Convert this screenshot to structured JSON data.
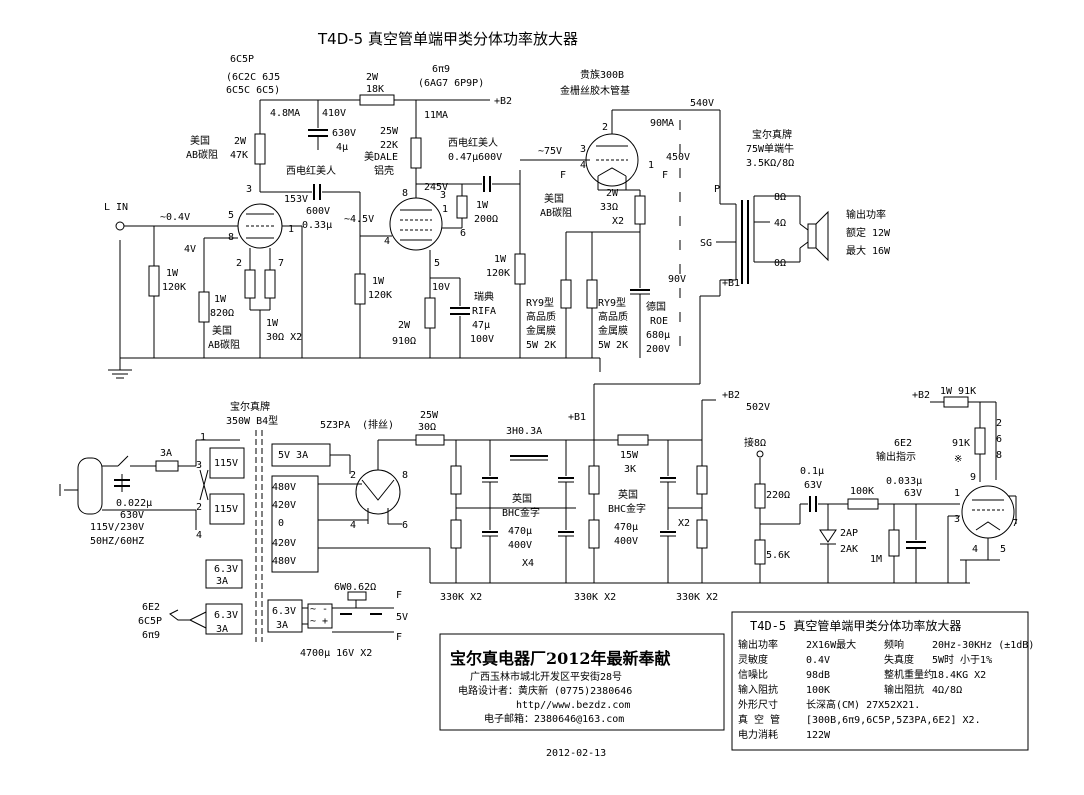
{
  "title": "T4D-5 真空管单端甲类分体功率放大器",
  "stage1": {
    "tube": "6C5P",
    "subs": [
      "(6C2C 6J5",
      "6C5C 6C5)"
    ],
    "plate_current": "4.8MA",
    "b_voltage": "410V",
    "cap": [
      "630V",
      "4μ"
    ],
    "r_plate": [
      "美国",
      "AB碳阻",
      "2W",
      "47K"
    ],
    "plate_v": "153V",
    "coupling_label": "西电红美人",
    "coupling_cap": [
      "600V",
      "0.33μ"
    ],
    "input_label": "L IN",
    "input_v": "~0.4V",
    "grid_r": [
      "1W",
      "120K"
    ],
    "cathode_v": "4V",
    "cathode_r": [
      "1W",
      "820Ω",
      "美国",
      "AB碳阻"
    ],
    "heater_r": [
      "1W",
      "30Ω X2"
    ],
    "pins": [
      "3",
      "5",
      "8",
      "1",
      "2",
      "7"
    ]
  },
  "stage2": {
    "dropper": [
      "2W",
      "18K"
    ],
    "tube_top": "6π9",
    "tube_subs": "(6AG7 6P9P)",
    "b2": "+B2",
    "current": "11MA",
    "r_plate": [
      "25W",
      "22K",
      "美DALE",
      "铝壳"
    ],
    "drive_v": "~4.5V",
    "grid_r": [
      "1W",
      "120K"
    ],
    "plate_v": "245V",
    "coupling_label": [
      "西电红美人",
      "0.47μ600V"
    ],
    "screen_r": [
      "1W",
      "200Ω"
    ],
    "cathode_v": "10V",
    "cathode_r": [
      "2W",
      "910Ω"
    ],
    "cathode_cap": [
      "瑞典",
      "RIFA",
      "47μ",
      "100V"
    ],
    "pins": [
      "8",
      "4",
      "3",
      "1",
      "6",
      "5"
    ]
  },
  "output": {
    "tube_brand": [
      "贵族300B",
      "金栅丝胶木管基"
    ],
    "b_voltage": "540V",
    "current": "90MA",
    "grid_v": "~75V",
    "plate_swing": "450V",
    "cathode_v": "90V",
    "grid_r": [
      "1W",
      "120K"
    ],
    "bias_r": [
      "2W",
      "33Ω",
      "X2"
    ],
    "cathode_r1": [
      "RY9型",
      "高品质",
      "金属膜",
      "5W 2K"
    ],
    "cathode_r2": [
      "RY9型",
      "高品质",
      "金属膜",
      "5W 2K"
    ],
    "cathode_r_label": [
      "美国",
      "AB碳阻"
    ],
    "cathode_cap": [
      "德国",
      "ROE",
      "680μ",
      "200V"
    ],
    "filament": [
      "F",
      "F"
    ],
    "pins": [
      "2",
      "3",
      "4",
      "1"
    ]
  },
  "transformer": {
    "label": [
      "宝尔真牌",
      "75W单端牛",
      "3.5KΩ/8Ω"
    ],
    "taps": [
      "P",
      "SG",
      "+B1"
    ],
    "out_taps": [
      "8Ω",
      "4Ω",
      "0Ω"
    ],
    "power": [
      "输出功率",
      "额定 12W",
      "最大 16W"
    ]
  },
  "power_supply": {
    "transformer": [
      "宝尔真牌",
      "350W B4型"
    ],
    "fuse": "3A",
    "mains_cap": [
      "0.022μ",
      "630V"
    ],
    "mains": [
      "115V/230V",
      "50HZ/60HZ"
    ],
    "primaries": [
      "115V",
      "115V"
    ],
    "primary_pins": [
      "1",
      "3",
      "2",
      "4"
    ],
    "secondaries": [
      "5V 3A",
      "480V",
      "420V",
      "0",
      "420V",
      "480V"
    ],
    "heaters": [
      "6.3V",
      "3A",
      "6.3V",
      "3A",
      "6.3V",
      "3A"
    ],
    "heater_tubes": [
      "6E2",
      "6C5P",
      "6π9"
    ],
    "rectifier": [
      "5Z3PA",
      "(排丝)"
    ],
    "rect_pins": [
      "2",
      "8",
      "4",
      "6"
    ],
    "filter_r": [
      "25W",
      "30Ω"
    ],
    "choke": "3H0.3A",
    "caps1": [
      "英国",
      "BHC金字",
      "470μ",
      "400V",
      "X4"
    ],
    "caps2": [
      "英国",
      "BHC金字",
      "470μ",
      "400V",
      "X2"
    ],
    "r2": [
      "15W",
      "3K"
    ],
    "bleeders": [
      "330K X2",
      "330K X2",
      "330K X2"
    ],
    "b1": "+B1",
    "b2": "+B2",
    "b2_v": "502V",
    "dc_heater": [
      "6W0.62Ω",
      "F",
      "5V",
      "F"
    ],
    "dc_caps": "4700μ 16V X2"
  },
  "indicator": {
    "label": [
      "6E2",
      "输出指示"
    ],
    "connect": "接8Ω",
    "r_top": "220Ω",
    "r_bot": "5.6K",
    "cap1": [
      "0.1μ",
      "63V"
    ],
    "diode": [
      "2AP",
      "2AK"
    ],
    "r_series": "100K",
    "r_shunt": "1M",
    "cap2": [
      "0.033μ",
      "63V"
    ],
    "r_feed": [
      "1W 91K",
      "+B2"
    ],
    "r_91k": "91K",
    "mark": "※",
    "pins": [
      "2",
      "6",
      "8",
      "9",
      "1",
      "3",
      "7",
      "4",
      "5"
    ]
  },
  "banner": {
    "title": "宝尔真电器厂2012年最新奉献",
    "address": "广西玉林市城北开发区平安街28号",
    "designer": "电路设计者：黄庆新  (0775)2380646",
    "url": "http//www.bezdz.com",
    "email": "电子邮箱：2380646@163.com",
    "date": "2012-02-13"
  },
  "specs": {
    "title": "T4D-5 真空管单端甲类分体功率放大器",
    "rows": [
      [
        "输出功率",
        "2X16W最大",
        "频响",
        "20Hz-30KHz (±1dB)"
      ],
      [
        "灵敏度",
        "0.4V",
        "失真度",
        "5W时 小于1%"
      ],
      [
        "信噪比",
        "98dB",
        "整机重量约",
        "18.4KG X2"
      ],
      [
        "输入阻抗",
        "100K",
        "输出阻抗",
        "4Ω/8Ω"
      ],
      [
        "外形尺寸",
        "长深高(CM) 27X52X21.",
        "",
        ""
      ],
      [
        "真 空 管",
        "[300B,6π9,6C5P,5Z3PA,6E2] X2.",
        "",
        ""
      ],
      [
        "电力消耗",
        "122W",
        "",
        ""
      ]
    ]
  }
}
